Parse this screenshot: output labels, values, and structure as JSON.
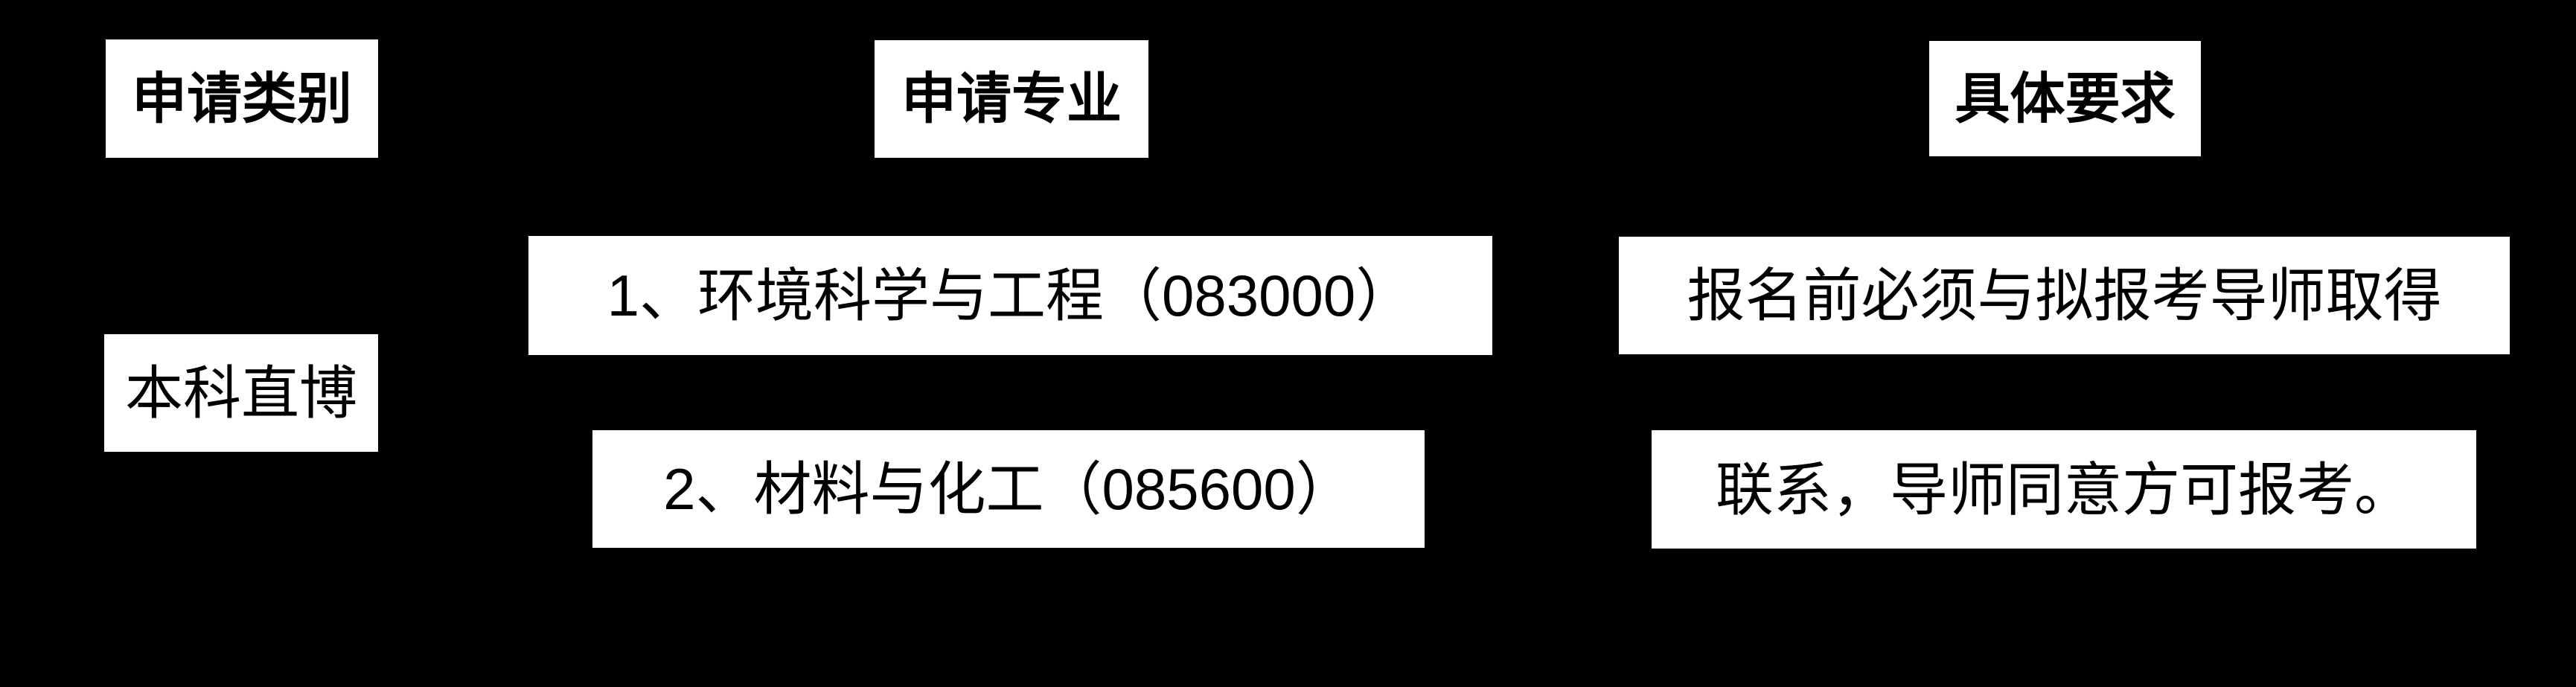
{
  "page": {
    "background_color": "#000000",
    "text_color": "#000000",
    "cell_background_color": "#ffffff"
  },
  "table": {
    "headers": [
      {
        "key": "category",
        "label": "申请类别"
      },
      {
        "key": "major",
        "label": "申请专业"
      },
      {
        "key": "requirement",
        "label": "具体要求"
      }
    ],
    "rows": [
      {
        "category": "本科直博",
        "major_lines": [
          "1、环境科学与工程（083000）",
          "2、材料与化工（085600）"
        ],
        "requirement_lines": [
          "报名前必须与拟报考导师取得",
          "联系，导师同意方可报考。"
        ]
      }
    ]
  }
}
